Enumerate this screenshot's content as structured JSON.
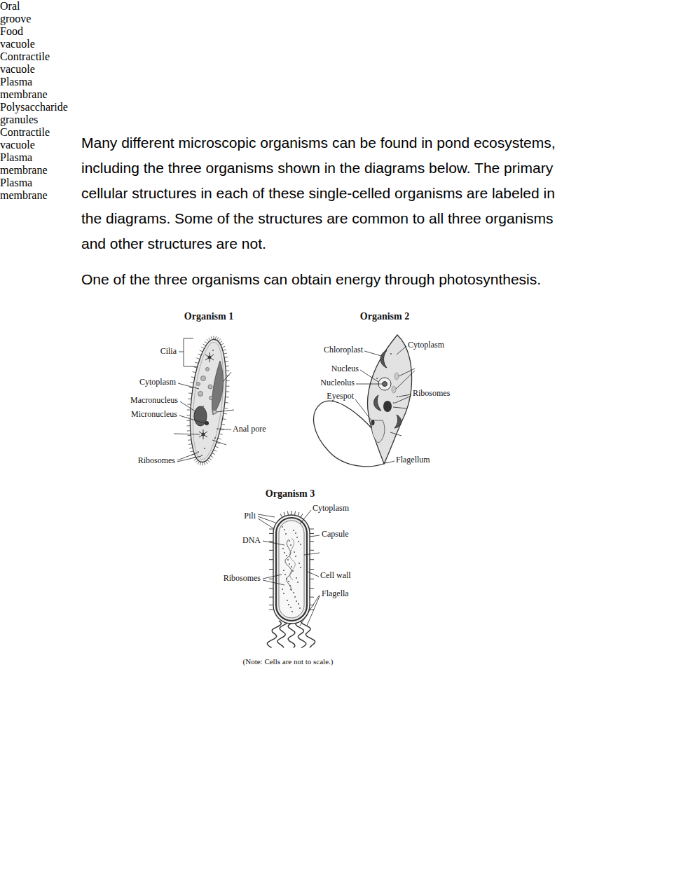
{
  "diagram": {
    "labels": [
      "Many different microscopic organisms can be found in pond ecosystems, including the three organisms shown in the diagrams below. The primary cellular structures in each of these single-celled organisms are labeled in the diagrams. Some of the structures are common to all three organisms and other structures are not.",
      "One of the three organisms can obtain energy through photosynthesis.",
      "Organism 1",
      "Organism 2",
      "Cilia",
      "Oral groove",
      "Cytoplasm",
      "Macronucleus",
      "Micronucleus",
      "Food vacuole",
      "Contractile vacuole",
      "Anal pore",
      "Plasma membrane",
      "Ribosomes",
      "Chloroplast",
      "Cytoplasm",
      "Nucleus",
      "Polysaccharide granules",
      "Nucleolus",
      "Ribosomes",
      "Eyespot",
      "Contractile vacuole",
      "Plasma membrane",
      "Flagellum",
      "Organism 3",
      "Pili",
      "Cytoplasm",
      "DNA",
      "Capsule",
      "Plasma membrane",
      "Cell wall",
      "Ribosomes",
      "Flagella",
      "(Note: Cells are not to scale.)"
    ]
  }
}
